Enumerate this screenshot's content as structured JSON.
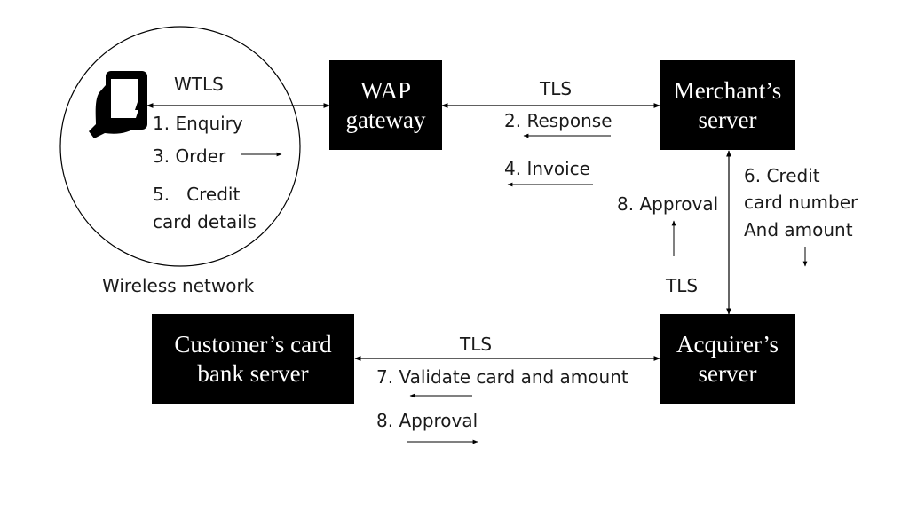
{
  "wireless": {
    "protocol_label": "WTLS",
    "steps": {
      "enquiry": "1. Enquiry",
      "order": "3. Order",
      "credit_line1": "5.   Credit",
      "credit_line2": "card details"
    },
    "network_label": "Wireless network",
    "phone_icon": "mobile-phone-in-hand-icon"
  },
  "nodes": {
    "wap_gateway": {
      "line1": "WAP",
      "line2": "gateway"
    },
    "merchant_server": {
      "line1": "Merchant’s",
      "line2": "server"
    },
    "customer_bank": {
      "line1": "Customer’s card",
      "line2": "bank server"
    },
    "acquirer_server": {
      "line1": "Acquirer’s",
      "line2": "server"
    }
  },
  "gateway_merchant": {
    "protocol_label": "TLS",
    "response": "2. Response",
    "invoice": "4. Invoice"
  },
  "merchant_acquirer": {
    "approval": "8. Approval",
    "protocol_label": "TLS",
    "credit_line1": "6. Credit",
    "credit_line2": "card number",
    "credit_line3": "And amount"
  },
  "bank_acquirer": {
    "protocol_label": "TLS",
    "validate": "7. Validate card and amount",
    "approval": "8. Approval"
  }
}
